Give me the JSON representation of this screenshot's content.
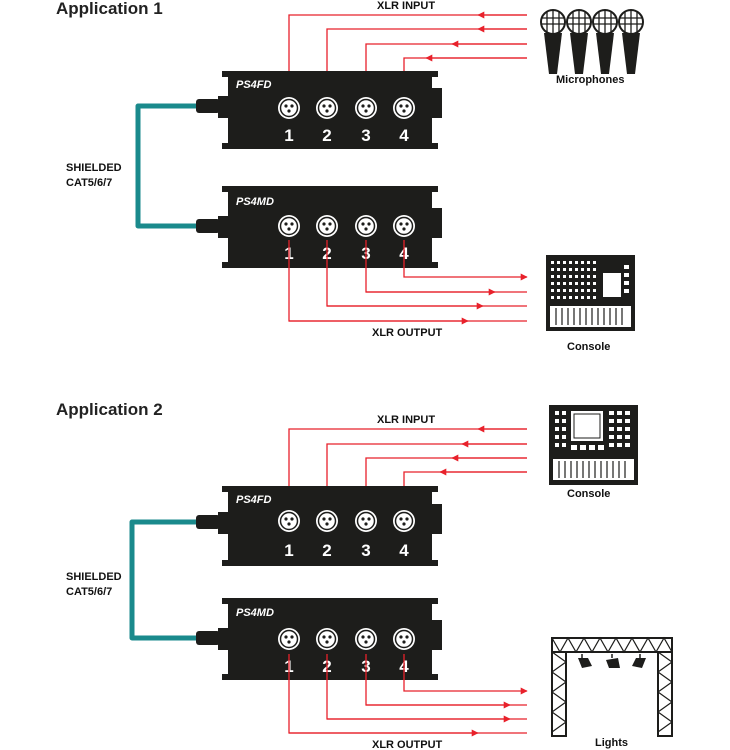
{
  "colors": {
    "signal": "#e8212b",
    "cable": "#1a8a8c",
    "box": "#1d1d1b"
  },
  "applications": [
    {
      "title": "Application 1",
      "cable_label": [
        "SHIELDED",
        "CAT5/6/7"
      ],
      "top_box": {
        "model": "PS4FD",
        "channels": [
          "1",
          "2",
          "3",
          "4"
        ]
      },
      "bottom_box": {
        "model": "PS4MD",
        "channels": [
          "1",
          "2",
          "3",
          "4"
        ]
      },
      "input_label": "XLR INPUT",
      "output_label": "XLR OUTPUT",
      "source": {
        "label": "Microphones",
        "icon": "microphones-icon"
      },
      "destination": {
        "label": "Console",
        "icon": "console-icon"
      }
    },
    {
      "title": "Application 2",
      "cable_label": [
        "SHIELDED",
        "CAT5/6/7"
      ],
      "top_box": {
        "model": "PS4FD",
        "channels": [
          "1",
          "2",
          "3",
          "4"
        ]
      },
      "bottom_box": {
        "model": "PS4MD",
        "channels": [
          "1",
          "2",
          "3",
          "4"
        ]
      },
      "input_label": "XLR INPUT",
      "output_label": "XLR OUTPUT",
      "source": {
        "label": "Console",
        "icon": "console-icon"
      },
      "destination": {
        "label": "Lights",
        "icon": "lights-truss-icon"
      }
    }
  ]
}
